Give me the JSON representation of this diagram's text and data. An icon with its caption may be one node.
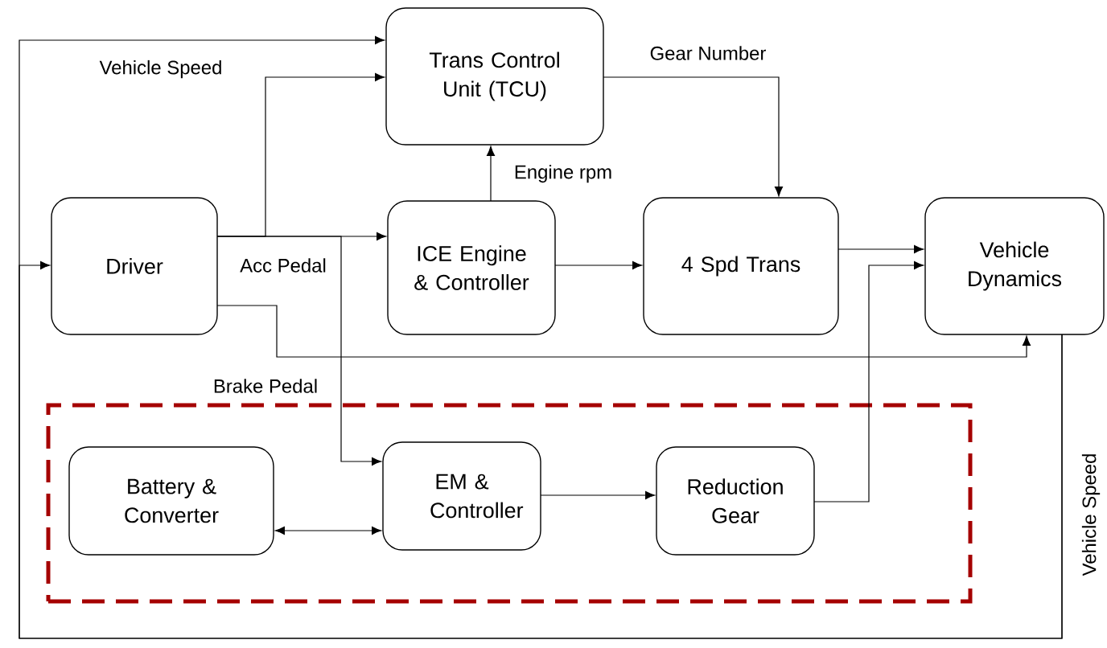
{
  "diagram": {
    "nodes": [
      {
        "text": [
          "Driver"
        ]
      },
      {
        "text": [
          "Trans Control Unit (TCU)"
        ]
      },
      {
        "text": [
          "ICE Engine & Controller"
        ]
      },
      {
        "text": [
          "4 Spd Trans"
        ]
      },
      {
        "text": [
          "Vehicle Dynamics"
        ]
      },
      {
        "text": [],
        "shape": "box"
      },
      {
        "text": [
          "Battery & Converter"
        ],
        "in": 5
      },
      {
        "text": [
          "EM & Controller"
        ],
        "in": 5
      },
      {
        "text": [
          "Reduction Gear"
        ],
        "in": 5
      }
    ],
    "edges": [
      {
        "from": 4,
        "to": 1,
        "arrow": "to",
        "label": "Vehicle Speed"
      },
      {
        "from": 4,
        "to": 0,
        "arrow": "to",
        "label": "Vehicle Speed"
      },
      {
        "from": 0,
        "to": 1,
        "arrow": "to"
      },
      {
        "from": 0,
        "to": 2,
        "arrow": "to",
        "label": "Acc Pedal"
      },
      {
        "from": 0,
        "to": 7,
        "arrow": "to"
      },
      {
        "from": 0,
        "to": 4,
        "arrow": "to",
        "label": "Brake Pedal"
      },
      {
        "from": 2,
        "to": 1,
        "arrow": "to",
        "label": "Engine rpm"
      },
      {
        "from": 2,
        "to": 3,
        "arrow": "to"
      },
      {
        "from": 1,
        "to": 3,
        "arrow": "to",
        "label": "Gear Number"
      },
      {
        "from": 3,
        "to": 4,
        "arrow": "to"
      },
      {
        "from": 6,
        "to": 7,
        "arrow": "both"
      },
      {
        "from": 7,
        "to": 8,
        "arrow": "to"
      },
      {
        "from": 8,
        "to": 4,
        "arrow": "to"
      }
    ]
  }
}
